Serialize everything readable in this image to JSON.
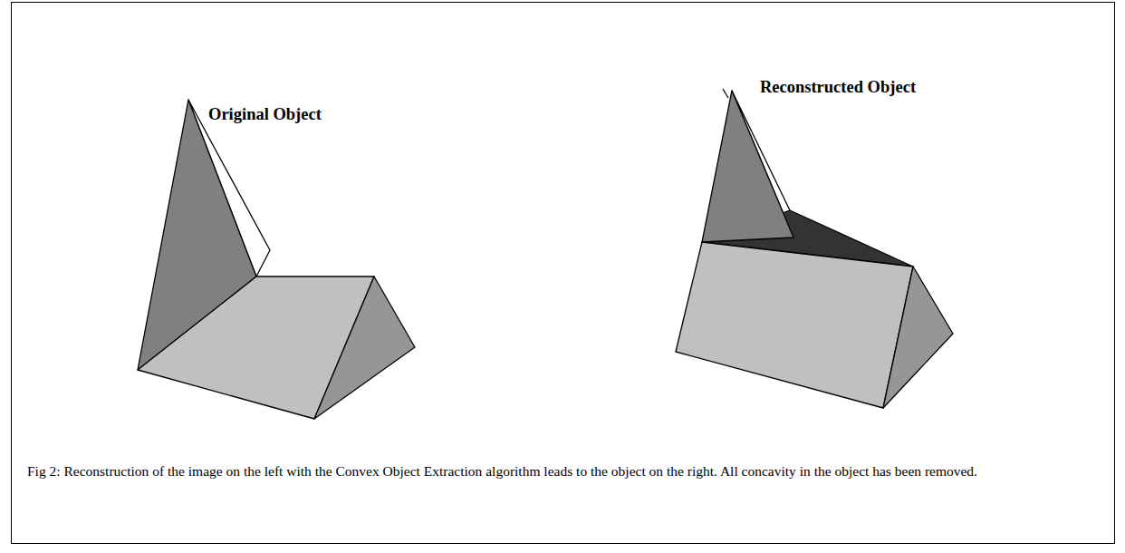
{
  "diagram": {
    "caption": "Fig 2: Reconstruction of the image on the left with the Convex Object Extraction algorithm leads to the object on the right. All concavity in the object has been removed.",
    "labels": [
      "Original Object",
      "Reconstructed Object"
    ]
  }
}
